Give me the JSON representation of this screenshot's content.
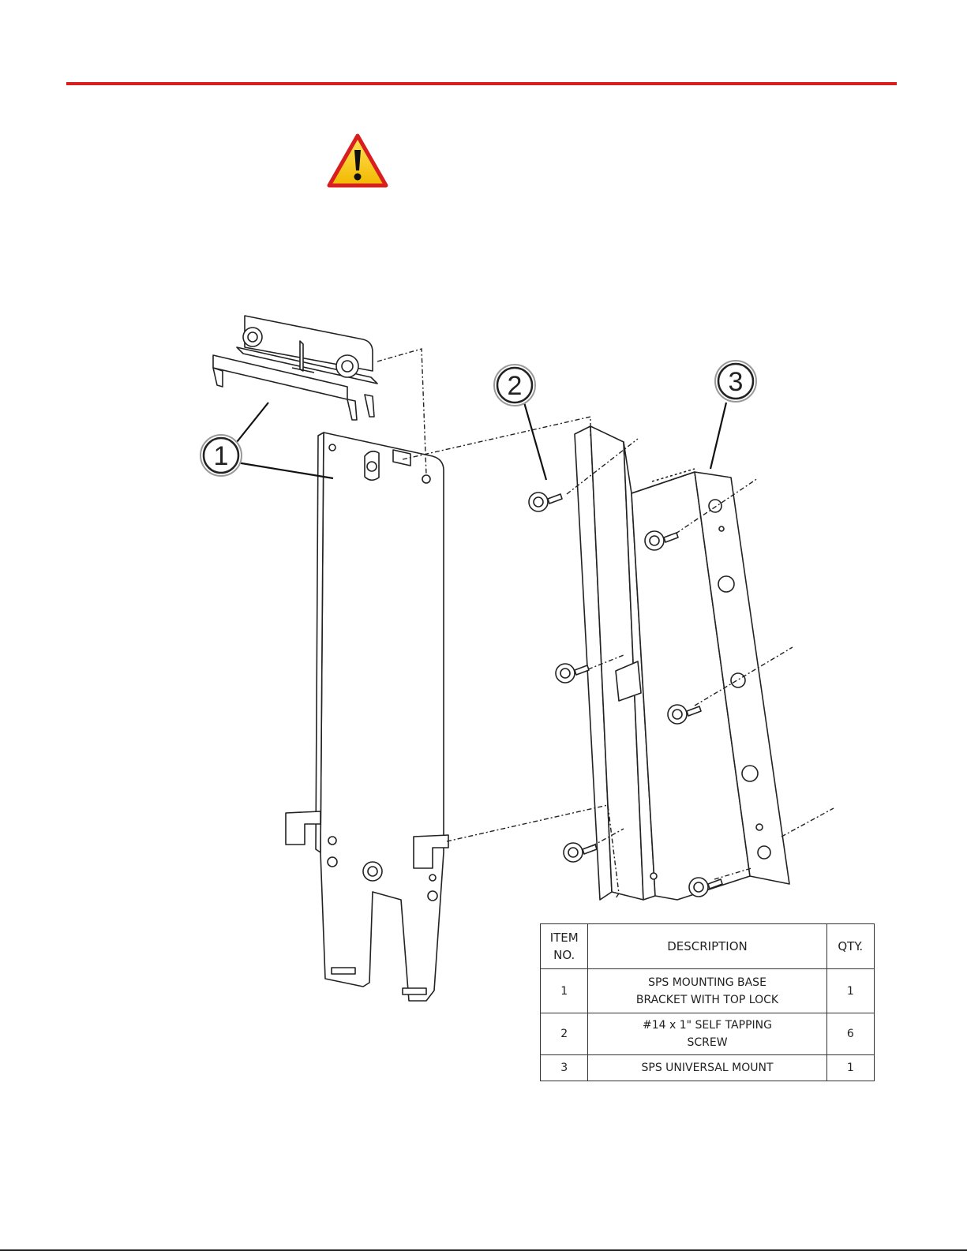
{
  "callouts": [
    {
      "label": "1"
    },
    {
      "label": "2"
    },
    {
      "label": "3"
    }
  ],
  "bom": {
    "headers": {
      "item_line1": "ITEM",
      "item_line2": "NO.",
      "description": "DESCRIPTION",
      "qty": "QTY."
    },
    "rows": [
      {
        "item": "1",
        "desc_line1": "SPS MOUNTING BASE",
        "desc_line2": "BRACKET WITH TOP LOCK",
        "qty": "1"
      },
      {
        "item": "2",
        "desc_line1": "#14 x 1\" SELF TAPPING",
        "desc_line2": "SCREW",
        "qty": "6"
      },
      {
        "item": "3",
        "desc_line1": "SPS UNIVERSAL MOUNT",
        "desc_line2": "",
        "qty": "1"
      }
    ]
  },
  "colors": {
    "rule": "#d81e1e",
    "warning_fill": "#f5c400",
    "warning_border": "#d81e1e"
  },
  "icons": [
    "warning-icon"
  ]
}
